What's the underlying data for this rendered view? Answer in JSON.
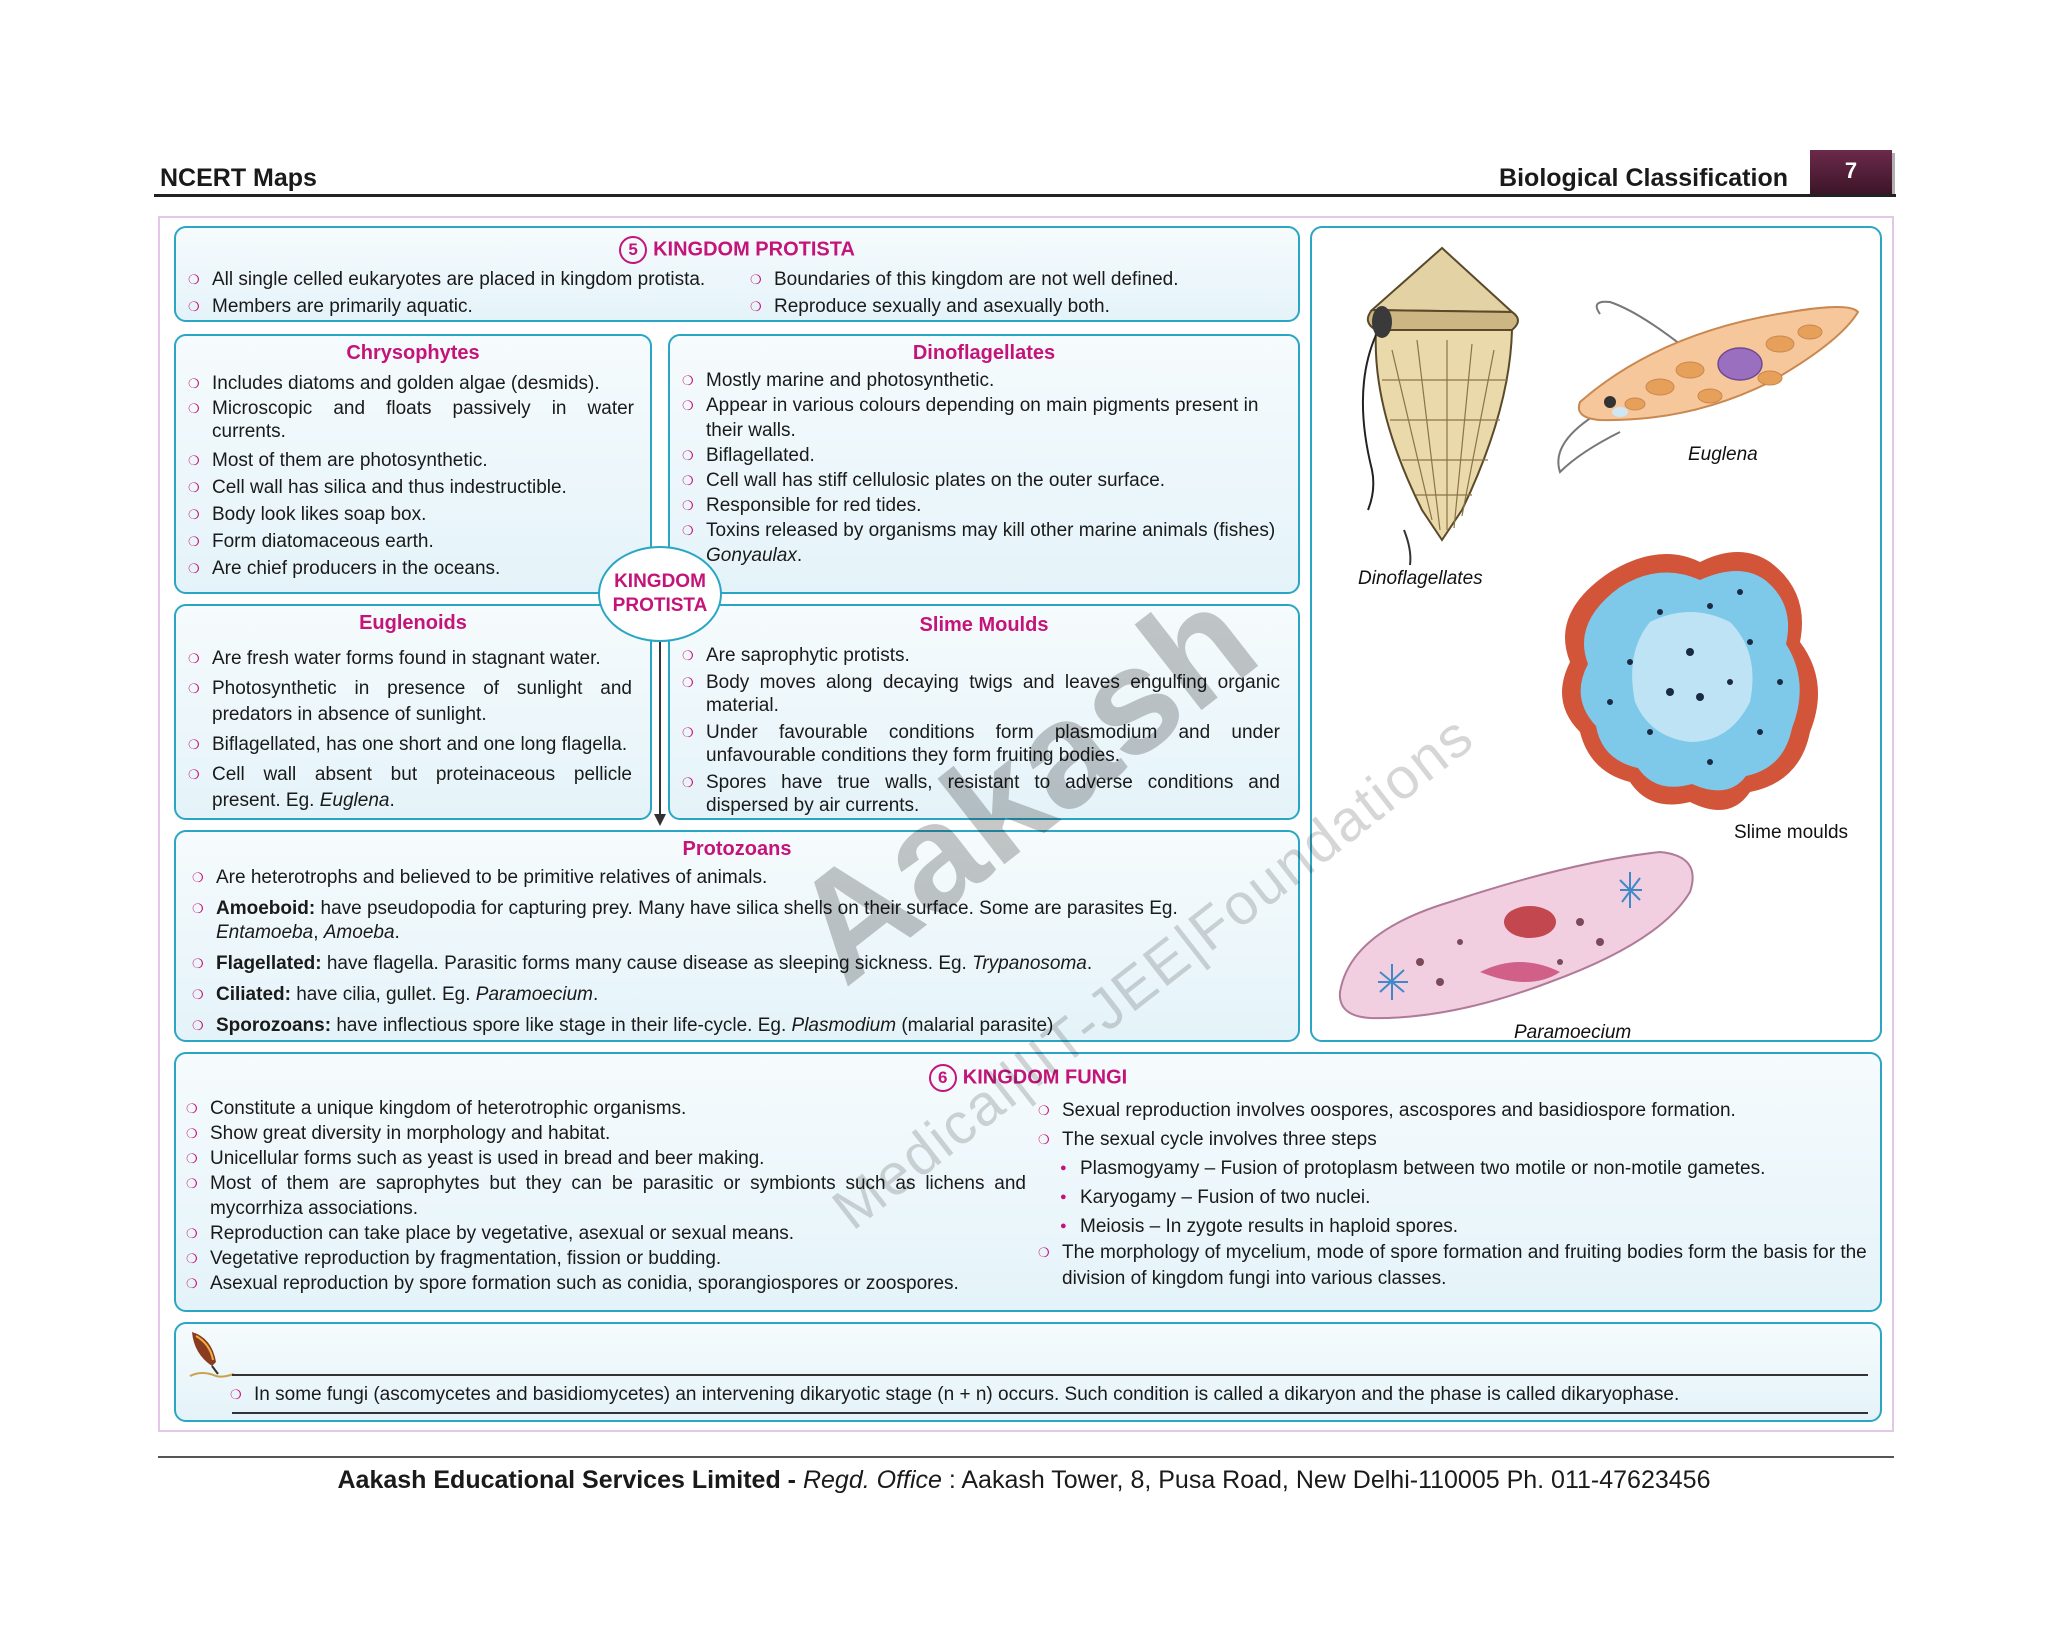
{
  "header": {
    "left": "NCERT Maps",
    "right": "Biological Classification",
    "page_number": "7"
  },
  "protista": {
    "number": "5",
    "title": "KINGDOM PROTISTA",
    "col1": [
      "All single celled eukaryotes are placed in kingdom protista.",
      "Members are primarily aquatic."
    ],
    "col2": [
      "Boundaries of this kingdom are not well defined.",
      "Reproduce sexually and asexually both."
    ]
  },
  "center_label": {
    "line1": "KINGDOM",
    "line2": "PROTISTA"
  },
  "chrysophytes": {
    "title": "Chrysophytes",
    "items": [
      "Includes diatoms and golden algae (desmids).",
      "Microscopic and floats passively in water currents.",
      "Most of them are photosynthetic.",
      "Cell wall has silica and thus indestructible.",
      "Body look likes soap box.",
      "Form diatomaceous earth.",
      "Are chief producers in the oceans."
    ]
  },
  "dinoflagellates": {
    "title": "Dinoflagellates",
    "items": [
      "Mostly marine and photosynthetic.",
      "Appear in various colours depending on main pigments present in their walls.",
      "Biflagellated.",
      "Cell wall has stiff cellulosic plates on the outer surface.",
      "Responsible for red tides."
    ],
    "toxins_text": "Toxins released by organisms may kill other marine animals (fishes) ",
    "toxins_example": "Gonyaulax",
    "toxins_end": "."
  },
  "euglenoids": {
    "title": "Euglenoids",
    "items": [
      "Are fresh water forms found in stagnant water.",
      "Photosynthetic in presence of sunlight and predators in absence of sunlight.",
      "Biflagellated, has one short and one long flagella."
    ],
    "last_text": "Cell wall absent but proteinaceous pellicle present. Eg. ",
    "last_example": "Euglena",
    "last_end": "."
  },
  "slime_moulds": {
    "title": "Slime Moulds",
    "items": [
      "Are saprophytic protists.",
      "Body moves along decaying twigs and leaves engulfing organic material.",
      "Under favourable conditions form plasmodium and under unfavourable conditions they form fruiting bodies.",
      "Spores have true walls, resistant to adverse conditions and dispersed by air currents."
    ]
  },
  "protozoans": {
    "title": "Protozoans",
    "intro": "Are heterotrophs and believed to be primitive relatives of animals.",
    "amoeboid_term": "Amoeboid:",
    "amoeboid_text": " have pseudopodia for capturing prey. Many have silica shells on their surface. Some are parasites Eg.",
    "amoeboid_ex1": "Entamoeba",
    "amoeboid_sep": ", ",
    "amoeboid_ex2": "Amoeba",
    "amoeboid_end": ".",
    "flag_term": "Flagellated:",
    "flag_text": " have flagella. Parasitic forms many cause disease as sleeping sickness. Eg. ",
    "flag_ex": "Trypanosoma",
    "flag_end": ".",
    "cil_term": "Ciliated:",
    "cil_text": " have cilia, gullet. Eg. ",
    "cil_ex": "Paramoecium",
    "cil_end": ".",
    "spo_term": "Sporozoans:",
    "spo_text": " have inflectious spore like stage in their life-cycle. Eg. ",
    "spo_ex": "Plasmodium",
    "spo_end": " (malarial parasite)"
  },
  "figures": {
    "dinoflagellates": "Dinoflagellates",
    "euglena": "Euglena",
    "slime_moulds": "Slime moulds",
    "paramoecium": "Paramoecium"
  },
  "fungi": {
    "number": "6",
    "title": "KINGDOM FUNGI",
    "col1": [
      "Constitute a unique kingdom of heterotrophic organisms.",
      "Show great diversity in morphology and habitat.",
      "Unicellular forms such as yeast is used in bread and beer making.",
      "Most of them are saprophytes but they can be parasitic or symbionts such as lichens and mycorrhiza associations.",
      "Reproduction can take place by vegetative, asexual or sexual means.",
      "Vegetative reproduction by fragmentation, fission or budding.",
      "Asexual reproduction by spore formation such as conidia, sporangiospores or zoospores."
    ],
    "col2_top": [
      "Sexual reproduction involves oospores, ascospores and basidiospore formation.",
      "The sexual cycle involves three steps"
    ],
    "steps": [
      "Plasmogyamy – Fusion of protoplasm between two motile or non-motile gametes.",
      "Karyogamy – Fusion of two nuclei.",
      "Meiosis – In zygote results in haploid spores."
    ],
    "col2_bottom": [
      "The morphology of mycelium, mode of spore formation and fruiting bodies form the basis for the division of kingdom fungi into various classes."
    ]
  },
  "note": {
    "text": "In some fungi (ascomycetes and basidiomycetes) an intervening dikaryotic stage (n + n) occurs. Such condition is called a dikaryon and the phase is called dikaryophase."
  },
  "watermark": {
    "main": "Aakash",
    "sub": "Medical|IIT-JEE|Foundations"
  },
  "footer": {
    "company": "Aakash Educational Services Limited - ",
    "regd": "Regd. Office",
    "address": " : Aakash Tower, 8, Pusa Road, New Delhi-110005 Ph. 011-47623456"
  },
  "colors": {
    "accent": "#c4147a",
    "border": "#2aa6c4",
    "tab": "#4a1c33"
  }
}
